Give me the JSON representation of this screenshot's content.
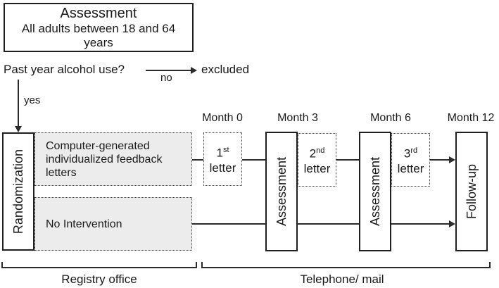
{
  "assessment_box": {
    "title": "Assessment",
    "subtitle": "All adults between 18 and 64 years"
  },
  "screening": {
    "question": "Past year alcohol use?",
    "no_label": "no",
    "excluded_label": "excluded",
    "yes_label": "yes"
  },
  "randomization_label": "Randomization",
  "arms": [
    {
      "label": "Computer-generated individualized feedback letters"
    },
    {
      "label": "No Intervention"
    }
  ],
  "timeline": {
    "months": [
      "Month 0",
      "Month 3",
      "Month 6",
      "Month 12"
    ]
  },
  "letters": [
    {
      "ordinal": "1",
      "suffix": "st",
      "word": "letter"
    },
    {
      "ordinal": "2",
      "suffix": "nd",
      "word": "letter"
    },
    {
      "ordinal": "3",
      "suffix": "rd",
      "word": "letter"
    }
  ],
  "assessments": {
    "first": "Assessment",
    "second": "Assessment"
  },
  "followup_label": "Follow-up",
  "phases": [
    {
      "label": "Registry office"
    },
    {
      "label": "Telephone/ mail"
    }
  ],
  "colors": {
    "line": "#2b2b2b",
    "arm_fill": "#ececec"
  }
}
